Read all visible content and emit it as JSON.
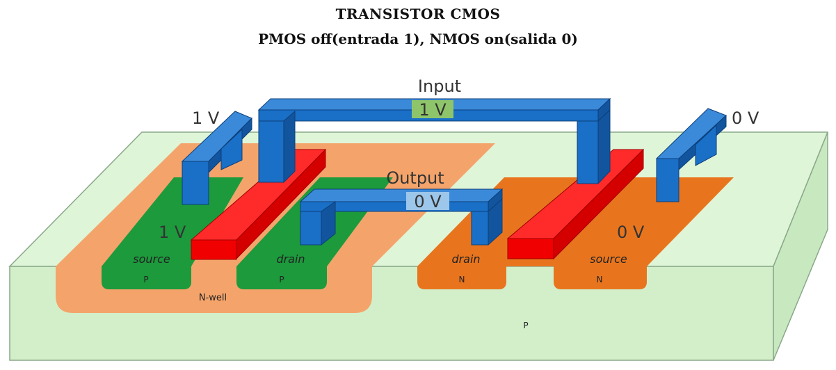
{
  "title": "TRANSISTOR CMOS",
  "subtitle": "PMOS off(entrada 1), NMOS on(salida 0)",
  "labels": {
    "input": "Input",
    "input_voltage": "1 V",
    "output": "Output",
    "output_voltage": "0 V",
    "pmos_supply": "1 V",
    "nmos_supply": "0 V",
    "pmos_source_voltage": "1 V",
    "nmos_source_voltage": "0 V",
    "pmos_source": "source",
    "pmos_drain": "drain",
    "nmos_drain": "drain",
    "nmos_source": "source",
    "p_type": "P",
    "n_type": "N",
    "nwell": "N-well",
    "substrate": "P"
  },
  "colors": {
    "substrate": "#d6f2cf",
    "nwell": "#f4a46b",
    "p_region": "#1c9a3c",
    "n_region": "#e8751e",
    "gate": "#ee1111",
    "metal": "#1a6fc7",
    "highlight_green": "#8fc56a",
    "highlight_blue": "#9cc6ea"
  }
}
